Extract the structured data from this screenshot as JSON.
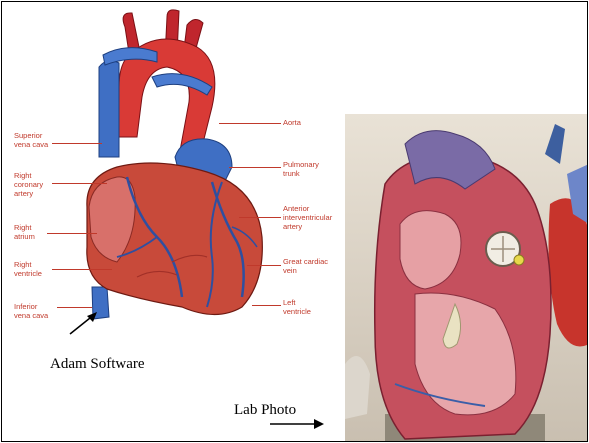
{
  "diagram": {
    "labels": {
      "superior_vena_cava": "Superior\nvena cava",
      "right_coronary_artery": "Right\ncoronary\nartery",
      "right_atrium": "Right\natrium",
      "right_ventricle": "Right\nventricle",
      "inferior_vena_cava": "Inferior\nvena cava",
      "aorta": "Aorta",
      "pulmonary_trunk": "Pulmonary\ntrunk",
      "anterior_interventricular_artery": "Anterior\ninterventricular\nartery",
      "great_cardiac_vein": "Great cardiac\nvein",
      "left_ventricle": "Left\nventricle"
    }
  },
  "captions": {
    "diagram_credit": "Adam Software",
    "photo_credit": "Lab Photo"
  }
}
